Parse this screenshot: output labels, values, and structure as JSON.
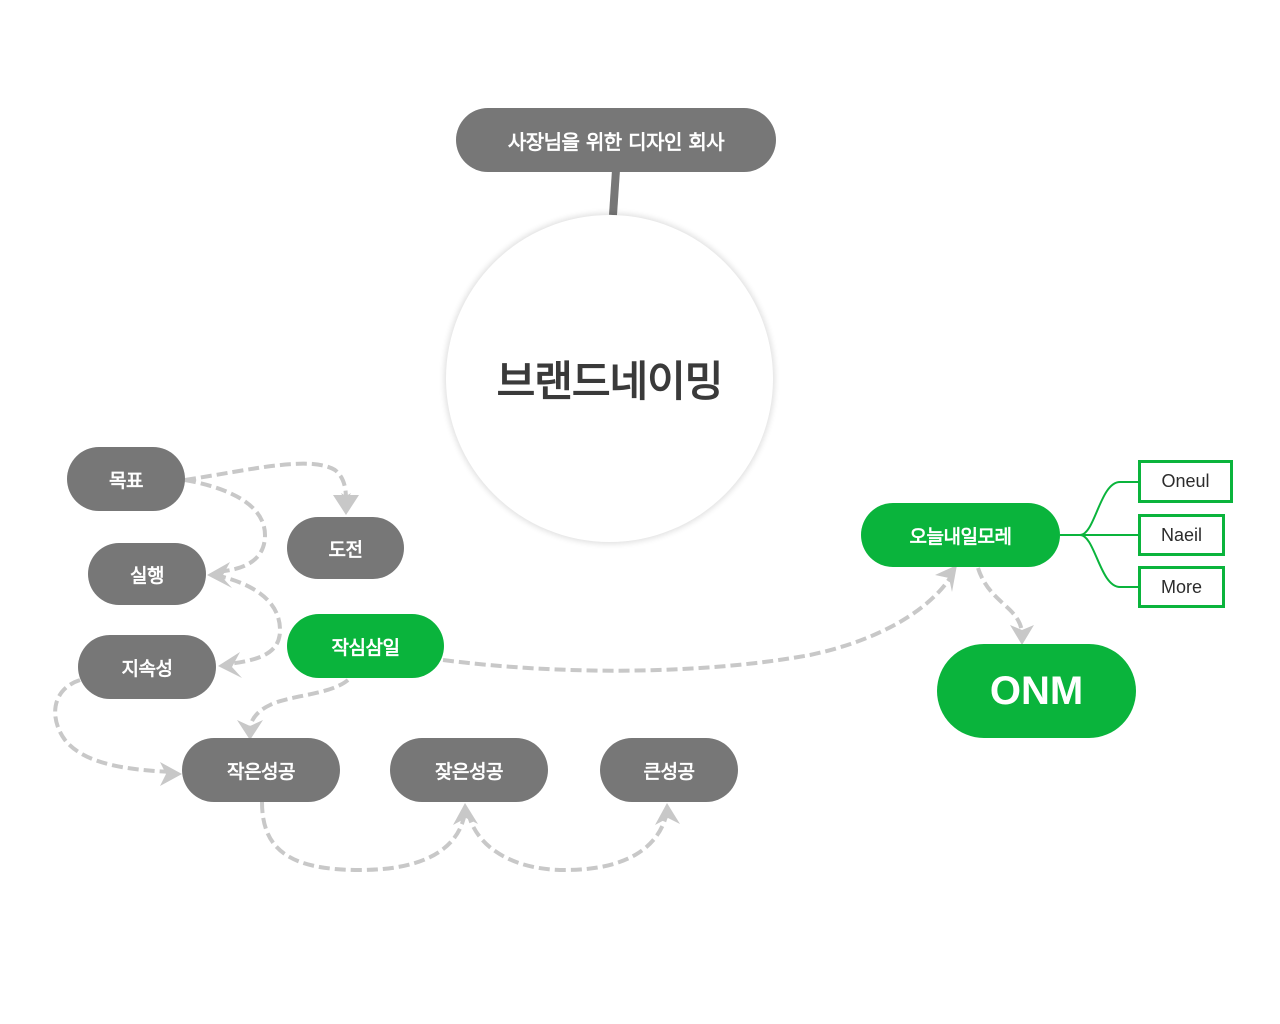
{
  "title": "브랜드네이밍",
  "colors": {
    "gray_node": "#777777",
    "green_node": "#0ab43c",
    "connector_gray": "#c8c8c8",
    "stem": "#777777",
    "text_dark": "#3a3a3a"
  },
  "nodes": {
    "tagline": "사장님을 위한 디자인 회사",
    "center": "브랜드네이밍",
    "goal": "목표",
    "challenge": "도전",
    "action": "실행",
    "persistence": "지속성",
    "resolution": "작심삼일",
    "small_success": "작은성공",
    "frequent_success": "잦은성공",
    "big_success": "큰성공",
    "name_idea": "오늘내일모레",
    "oneul": "Oneul",
    "naeil": "Naeil",
    "more": "More",
    "brand": "ONM"
  },
  "edges": [
    {
      "from": "tagline",
      "to": "center",
      "style": "solid"
    },
    {
      "from": "goal",
      "to": "challenge",
      "style": "dashed-arrow"
    },
    {
      "from": "goal",
      "to": "action",
      "style": "dashed-arrow"
    },
    {
      "from": "action",
      "to": "persistence",
      "style": "dashed-arrow"
    },
    {
      "from": "persistence",
      "to": "small_success",
      "style": "dashed-arrow"
    },
    {
      "from": "resolution",
      "to": "small_success",
      "style": "dashed-arrow"
    },
    {
      "from": "small_success",
      "to": "frequent_success",
      "style": "dashed-arrow"
    },
    {
      "from": "frequent_success",
      "to": "big_success",
      "style": "dashed-arrow"
    },
    {
      "from": "resolution",
      "to": "name_idea",
      "style": "dashed-arrow"
    },
    {
      "from": "name_idea",
      "to": "brand",
      "style": "dashed-arrow"
    },
    {
      "from": "name_idea",
      "to": "oneul",
      "style": "solid-branch"
    },
    {
      "from": "name_idea",
      "to": "naeil",
      "style": "solid-branch"
    },
    {
      "from": "name_idea",
      "to": "more",
      "style": "solid-branch"
    }
  ]
}
